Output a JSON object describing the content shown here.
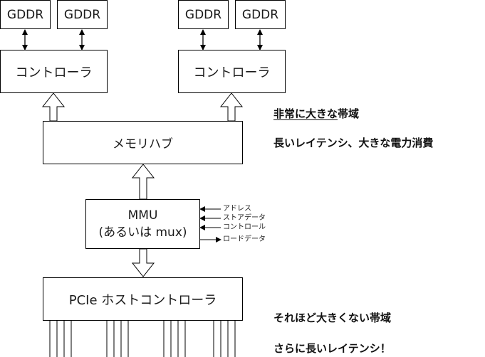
{
  "memory_modules": [
    "GDDR",
    "GDDR",
    "GDDR",
    "GDDR"
  ],
  "controllers": [
    "コントローラ",
    "コントローラ"
  ],
  "memory_hub": "メモリハブ",
  "mmu": {
    "line1": "MMU",
    "line2": "(あるいは mux)"
  },
  "mmu_signals": [
    {
      "label": "アドレス",
      "direction": "in"
    },
    {
      "label": "ストアデータ",
      "direction": "in"
    },
    {
      "label": "コントロール",
      "direction": "in"
    },
    {
      "label": "ロードデータ",
      "direction": "out"
    }
  ],
  "pcie_controller": "PCIe ホストコントローラ",
  "annotations": {
    "top_bandwidth_underlined": "非常に大きな",
    "top_bandwidth_rest": "帯域",
    "top_latency": "長いレイテンシ、大きな電力消費",
    "bottom_bandwidth": "それほど大きくない帯域",
    "bottom_latency": "さらに長いレイテンシ！"
  }
}
